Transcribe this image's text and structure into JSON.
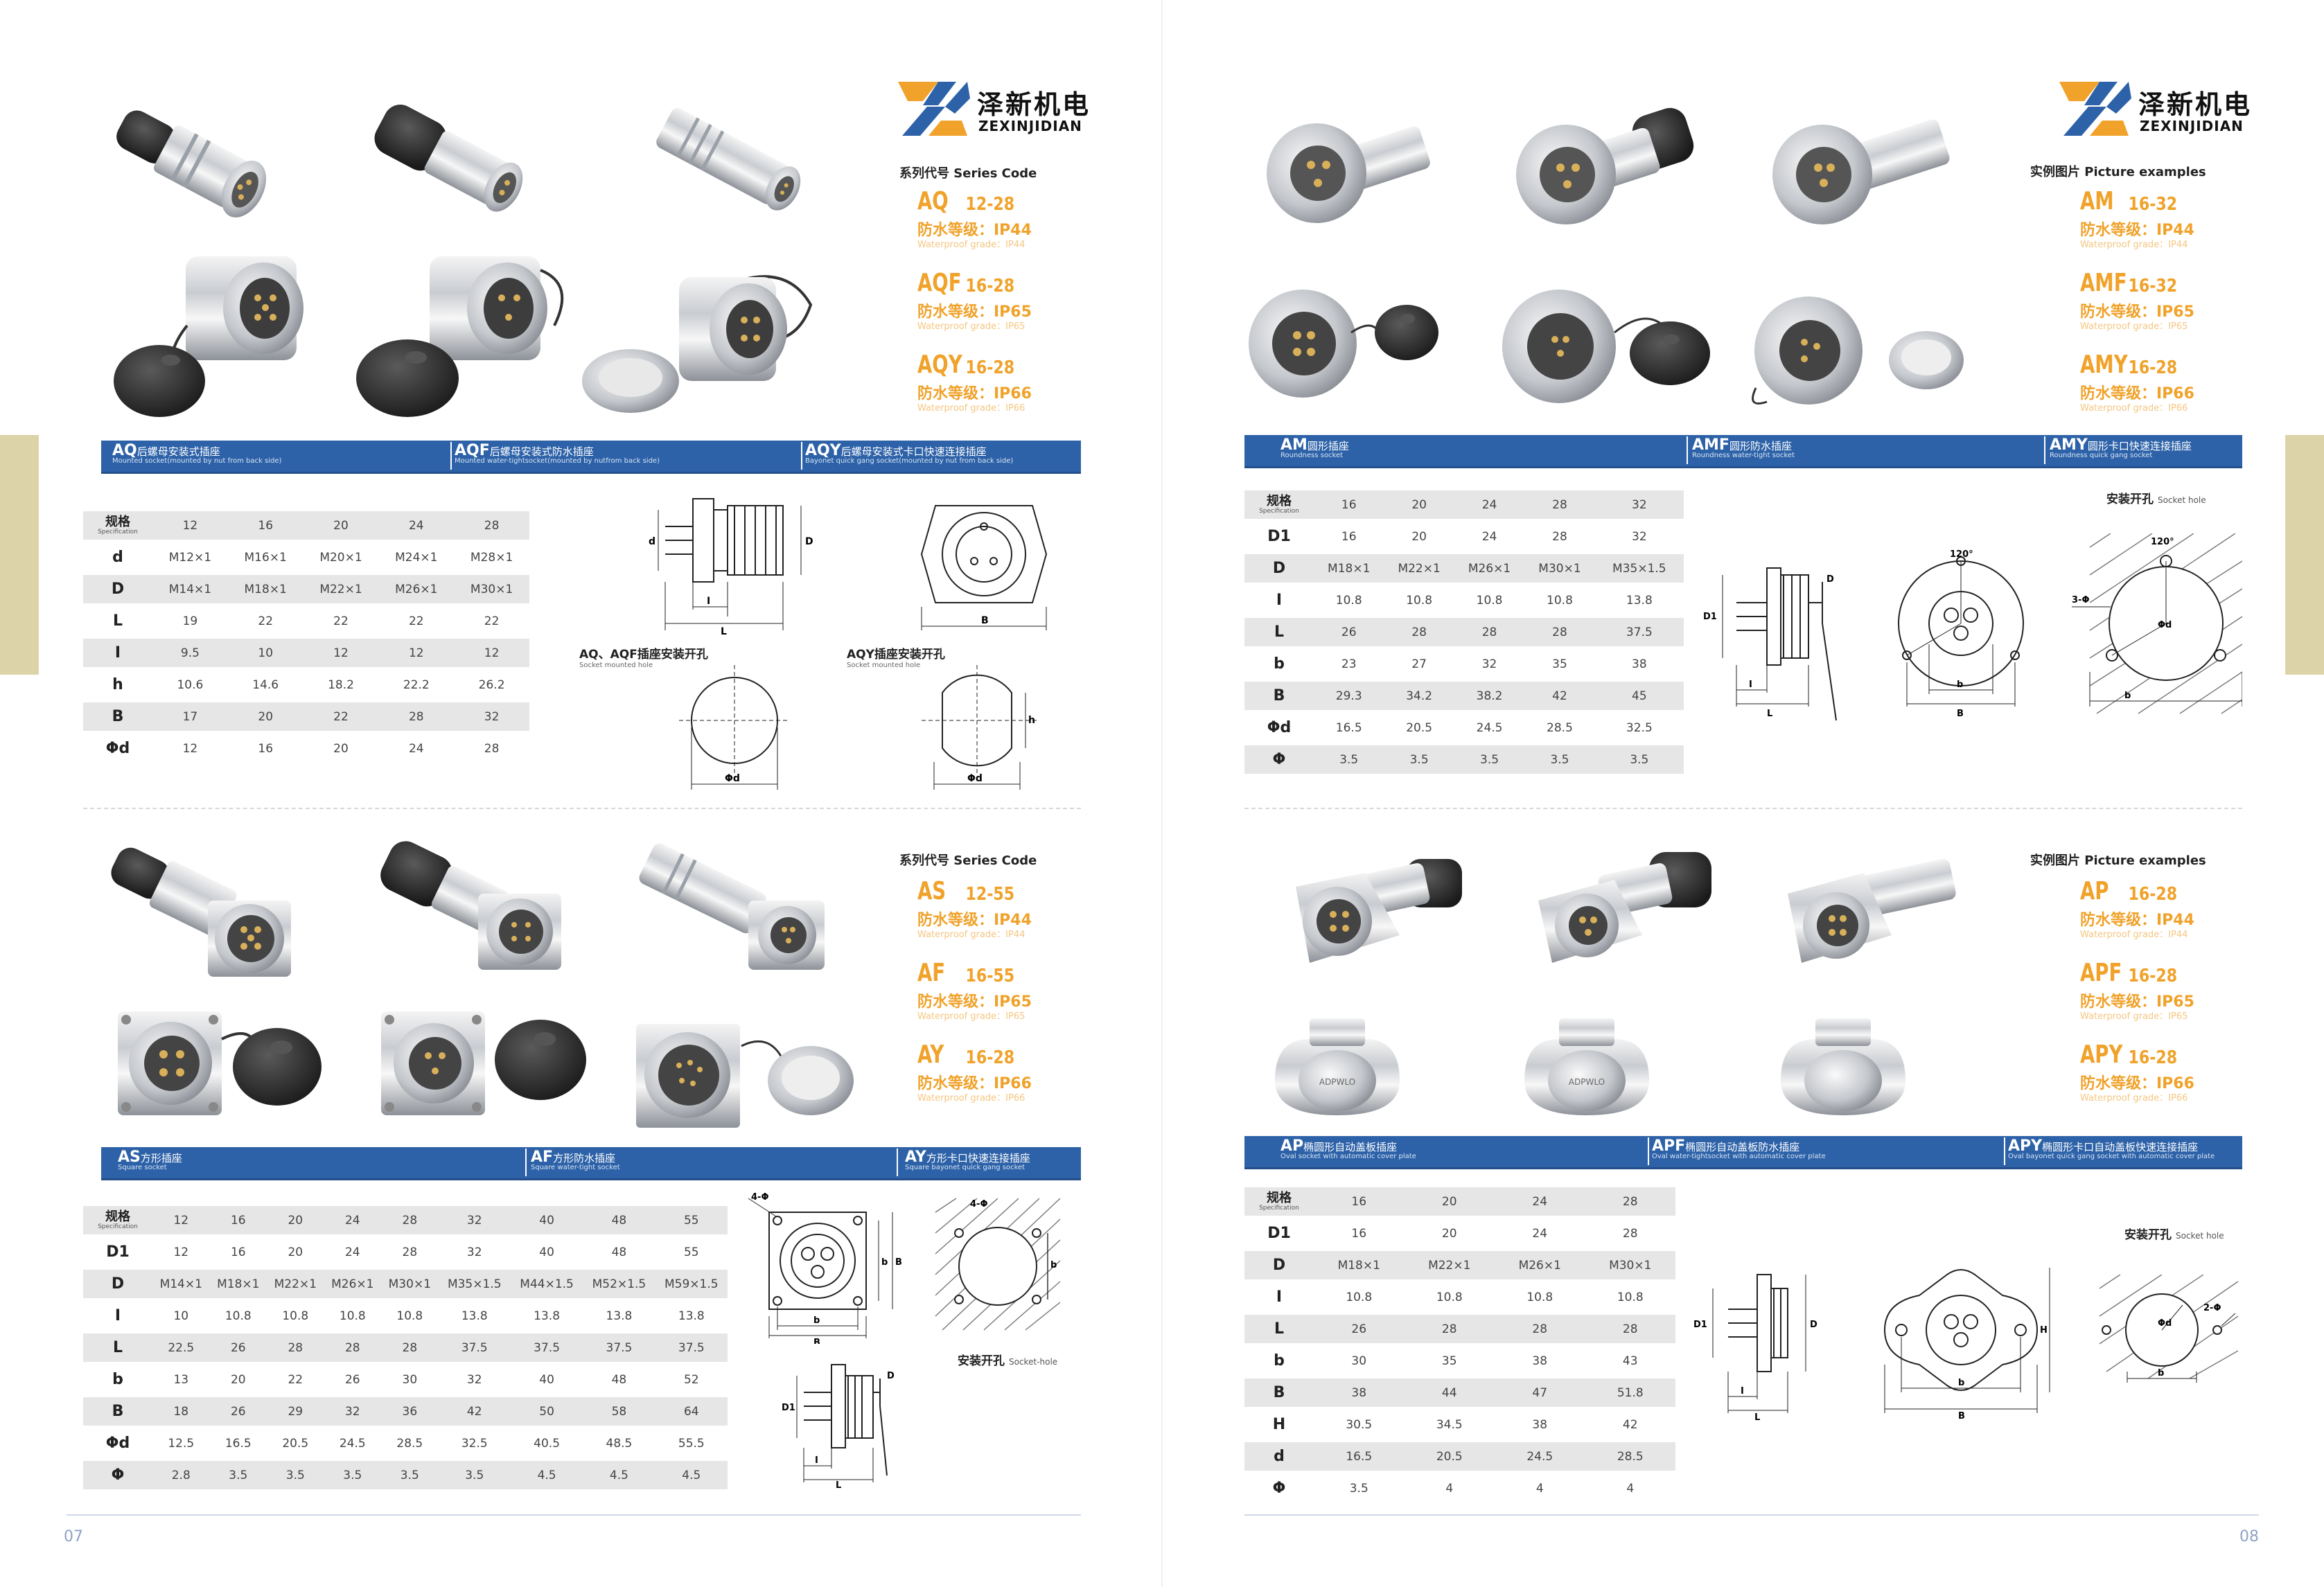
{
  "brand": {
    "cn": "泽新机电",
    "en": "ZEXINJIDIAN"
  },
  "labels": {
    "series_code": "系列代号  Series Code",
    "picture_examples": "实例图片 Picture examples",
    "spec_cn": "规格",
    "spec_en": "Specification",
    "socket_hole_cn": "安装开孔",
    "socket_hole_en": "Socket hole",
    "socket_hole_en_dash": "Socket-hole",
    "aq_hole_cn": "AQ、AQF插座安装开孔",
    "aq_hole_en": "Socket mounted hole",
    "aqy_hole_cn": "AQY插座安装开孔",
    "aqy_hole_en": "Socket mounted hole"
  },
  "pages": {
    "left": "07",
    "right": "08"
  },
  "code_boxes": {
    "aq": [
      {
        "model": "AQ",
        "range": "12-28",
        "grade_cn": "防水等级：IP44",
        "grade_en": "Waterproof grade：IP44"
      },
      {
        "model": "AQF",
        "range": "16-28",
        "grade_cn": "防水等级：IP65",
        "grade_en": "Waterproof grade：IP65"
      },
      {
        "model": "AQY",
        "range": "16-28",
        "grade_cn": "防水等级：IP66",
        "grade_en": "Waterproof grade：IP66"
      }
    ],
    "as": [
      {
        "model": "AS",
        "range": "12-55",
        "grade_cn": "防水等级：IP44",
        "grade_en": "Waterproof grade：IP44"
      },
      {
        "model": "AF",
        "range": "16-55",
        "grade_cn": "防水等级：IP65",
        "grade_en": "Waterproof grade：IP65"
      },
      {
        "model": "AY",
        "range": "16-28",
        "grade_cn": "防水等级：IP66",
        "grade_en": "Waterproof grade：IP66"
      }
    ],
    "am": [
      {
        "model": "AM",
        "range": "16-32",
        "grade_cn": "防水等级：IP44",
        "grade_en": "Waterproof grade：IP44"
      },
      {
        "model": "AMF",
        "range": "16-32",
        "grade_cn": "防水等级：IP65",
        "grade_en": "Waterproof grade：IP65"
      },
      {
        "model": "AMY",
        "range": "16-28",
        "grade_cn": "防水等级：IP66",
        "grade_en": "Waterproof grade：IP66"
      }
    ],
    "ap": [
      {
        "model": "AP",
        "range": "16-28",
        "grade_cn": "防水等级：IP44",
        "grade_en": "Waterproof grade：IP44"
      },
      {
        "model": "APF",
        "range": "16-28",
        "grade_cn": "防水等级：IP65",
        "grade_en": "Waterproof grade：IP65"
      },
      {
        "model": "APY",
        "range": "16-28",
        "grade_cn": "防水等级：IP66",
        "grade_en": "Waterproof grade：IP66"
      }
    ]
  },
  "bars": {
    "aq": [
      {
        "m": "AQ",
        "c": "后螺母安装式插座",
        "e": "Mounted socket(mounted by nut from back side)"
      },
      {
        "m": "AQF",
        "c": "后螺母安装式防水插座",
        "e": "Mounted water-tightsocket(mounted by nutfrom back side)"
      },
      {
        "m": "AQY",
        "c": "后螺母安装式卡口快速连接插座",
        "e": "Bayonet quick gang socket(mounted by nut from back side)"
      }
    ],
    "as": [
      {
        "m": "AS",
        "c": "方形插座",
        "e": "Square socket"
      },
      {
        "m": "AF",
        "c": "方形防水插座",
        "e": "Square water-tight socket"
      },
      {
        "m": "AY",
        "c": "方形卡口快速连接插座",
        "e": "Square bayonet quick gang socket"
      }
    ],
    "am": [
      {
        "m": "AM",
        "c": "圆形插座",
        "e": "Roundness socket"
      },
      {
        "m": "AMF",
        "c": "圆形防水插座",
        "e": "Roundness water-tight socket"
      },
      {
        "m": "AMY",
        "c": "圆形卡口快速连接插座",
        "e": "Roundness quick gang socket"
      }
    ],
    "ap": [
      {
        "m": "AP",
        "c": "椭圆形自动盖板插座",
        "e": "Oval socket with automatic cover plate"
      },
      {
        "m": "APF",
        "c": "椭圆形自动盖板防水插座",
        "e": "Oval water-tightsocket with automatic cover plate"
      },
      {
        "m": "APY",
        "c": "椭圆形卡口自动盖板快速连接插座",
        "e": "Oval bayonet quick gang socket with automatic cover plate"
      }
    ]
  },
  "tables": {
    "aq": {
      "spec": [
        "12",
        "16",
        "20",
        "24",
        "28"
      ],
      "rows": [
        {
          "label": "d",
          "values": [
            "M12×1",
            "M16×1",
            "M20×1",
            "M24×1",
            "M28×1"
          ]
        },
        {
          "label": "D",
          "values": [
            "M14×1",
            "M18×1",
            "M22×1",
            "M26×1",
            "M30×1"
          ]
        },
        {
          "label": "L",
          "values": [
            "19",
            "22",
            "22",
            "22",
            "22"
          ]
        },
        {
          "label": "I",
          "values": [
            "9.5",
            "10",
            "12",
            "12",
            "12"
          ]
        },
        {
          "label": "h",
          "values": [
            "10.6",
            "14.6",
            "18.2",
            "22.2",
            "26.2"
          ]
        },
        {
          "label": "B",
          "values": [
            "17",
            "20",
            "22",
            "28",
            "32"
          ]
        },
        {
          "label": "Φd",
          "values": [
            "12",
            "16",
            "20",
            "24",
            "28"
          ]
        }
      ]
    },
    "as": {
      "spec": [
        "12",
        "16",
        "20",
        "24",
        "28",
        "32",
        "40",
        "48",
        "55"
      ],
      "rows": [
        {
          "label": "D1",
          "values": [
            "12",
            "16",
            "20",
            "24",
            "28",
            "32",
            "40",
            "48",
            "55"
          ]
        },
        {
          "label": "D",
          "values": [
            "M14×1",
            "M18×1",
            "M22×1",
            "M26×1",
            "M30×1",
            "M35×1.5",
            "M44×1.5",
            "M52×1.5",
            "M59×1.5"
          ]
        },
        {
          "label": "I",
          "values": [
            "10",
            "10.8",
            "10.8",
            "10.8",
            "10.8",
            "13.8",
            "13.8",
            "13.8",
            "13.8"
          ]
        },
        {
          "label": "L",
          "values": [
            "22.5",
            "26",
            "28",
            "28",
            "28",
            "37.5",
            "37.5",
            "37.5",
            "37.5"
          ]
        },
        {
          "label": "b",
          "values": [
            "13",
            "20",
            "22",
            "26",
            "30",
            "32",
            "40",
            "48",
            "52"
          ]
        },
        {
          "label": "B",
          "values": [
            "18",
            "26",
            "29",
            "32",
            "36",
            "42",
            "50",
            "58",
            "64"
          ]
        },
        {
          "label": "Φd",
          "values": [
            "12.5",
            "16.5",
            "20.5",
            "24.5",
            "28.5",
            "32.5",
            "40.5",
            "48.5",
            "55.5"
          ]
        },
        {
          "label": "Φ",
          "values": [
            "2.8",
            "3.5",
            "3.5",
            "3.5",
            "3.5",
            "3.5",
            "4.5",
            "4.5",
            "4.5"
          ]
        }
      ]
    },
    "am": {
      "spec": [
        "16",
        "20",
        "24",
        "28",
        "32"
      ],
      "rows": [
        {
          "label": "D1",
          "values": [
            "16",
            "20",
            "24",
            "28",
            "32"
          ]
        },
        {
          "label": "D",
          "values": [
            "M18×1",
            "M22×1",
            "M26×1",
            "M30×1",
            "M35×1.5"
          ]
        },
        {
          "label": "I",
          "values": [
            "10.8",
            "10.8",
            "10.8",
            "10.8",
            "13.8"
          ]
        },
        {
          "label": "L",
          "values": [
            "26",
            "28",
            "28",
            "28",
            "37.5"
          ]
        },
        {
          "label": "b",
          "values": [
            "23",
            "27",
            "32",
            "35",
            "38"
          ]
        },
        {
          "label": "B",
          "values": [
            "29.3",
            "34.2",
            "38.2",
            "42",
            "45"
          ]
        },
        {
          "label": "Φd",
          "values": [
            "16.5",
            "20.5",
            "24.5",
            "28.5",
            "32.5"
          ]
        },
        {
          "label": "Φ",
          "values": [
            "3.5",
            "3.5",
            "3.5",
            "3.5",
            "3.5"
          ]
        }
      ]
    },
    "ap": {
      "spec": [
        "16",
        "20",
        "24",
        "28"
      ],
      "rows": [
        {
          "label": "D1",
          "values": [
            "16",
            "20",
            "24",
            "28"
          ]
        },
        {
          "label": "D",
          "values": [
            "M18×1",
            "M22×1",
            "M26×1",
            "M30×1"
          ]
        },
        {
          "label": "I",
          "values": [
            "10.8",
            "10.8",
            "10.8",
            "10.8"
          ]
        },
        {
          "label": "L",
          "values": [
            "26",
            "28",
            "28",
            "28"
          ]
        },
        {
          "label": "b",
          "values": [
            "30",
            "35",
            "38",
            "43"
          ]
        },
        {
          "label": "B",
          "values": [
            "38",
            "44",
            "47",
            "51.8"
          ]
        },
        {
          "label": "H",
          "values": [
            "30.5",
            "34.5",
            "38",
            "42"
          ]
        },
        {
          "label": "d",
          "values": [
            "16.5",
            "20.5",
            "24.5",
            "28.5"
          ]
        },
        {
          "label": "Φ",
          "values": [
            "3.5",
            "4",
            "4",
            "4"
          ]
        }
      ]
    }
  },
  "diagram_labels": {
    "d": "d",
    "D": "D",
    "D1": "D1",
    "L": "L",
    "I": "I",
    "B": "B",
    "b": "b",
    "h": "h",
    "H": "H",
    "phid": "Φd",
    "n4phi": "4-Φ",
    "n3phi": "3-Φ",
    "n2phi": "2-Φ",
    "angle120": "120°",
    "oval_text": "ADPWLO"
  },
  "colors": {
    "accent": "#f0a22a",
    "bar": "#2d62a8",
    "shade": "#e6e6e6",
    "tab": "#ddd3a8"
  }
}
